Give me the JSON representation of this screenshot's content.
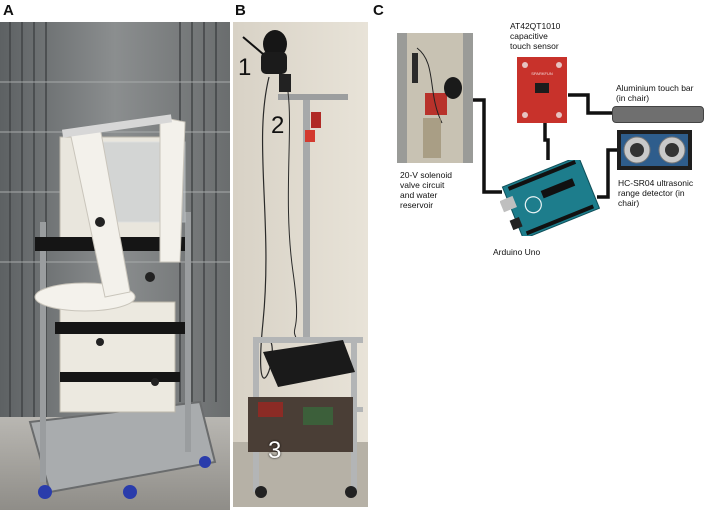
{
  "panels": {
    "a": {
      "letter": "A"
    },
    "b": {
      "letter": "B",
      "markers": [
        "1",
        "2",
        "3"
      ]
    },
    "c": {
      "letter": "C",
      "labels": {
        "touch_sensor": "AT42QT1010\ncapacitive\ntouch sensor",
        "touch_bar": "Aluminium touch bar\n(in chair)",
        "valve": "20-V solenoid\nvalve circuit\nand water\nreservoir",
        "range": "HC-SR04 ultrasonic\nrange detector (in\nchair)",
        "arduino": "Arduino Uno"
      }
    }
  },
  "colors": {
    "sensor_board": "#c8322b",
    "arduino_board": "#1d7d8c",
    "touch_bar": "#6f6f6f",
    "ultrasonic_board": "#2e5d8c"
  }
}
